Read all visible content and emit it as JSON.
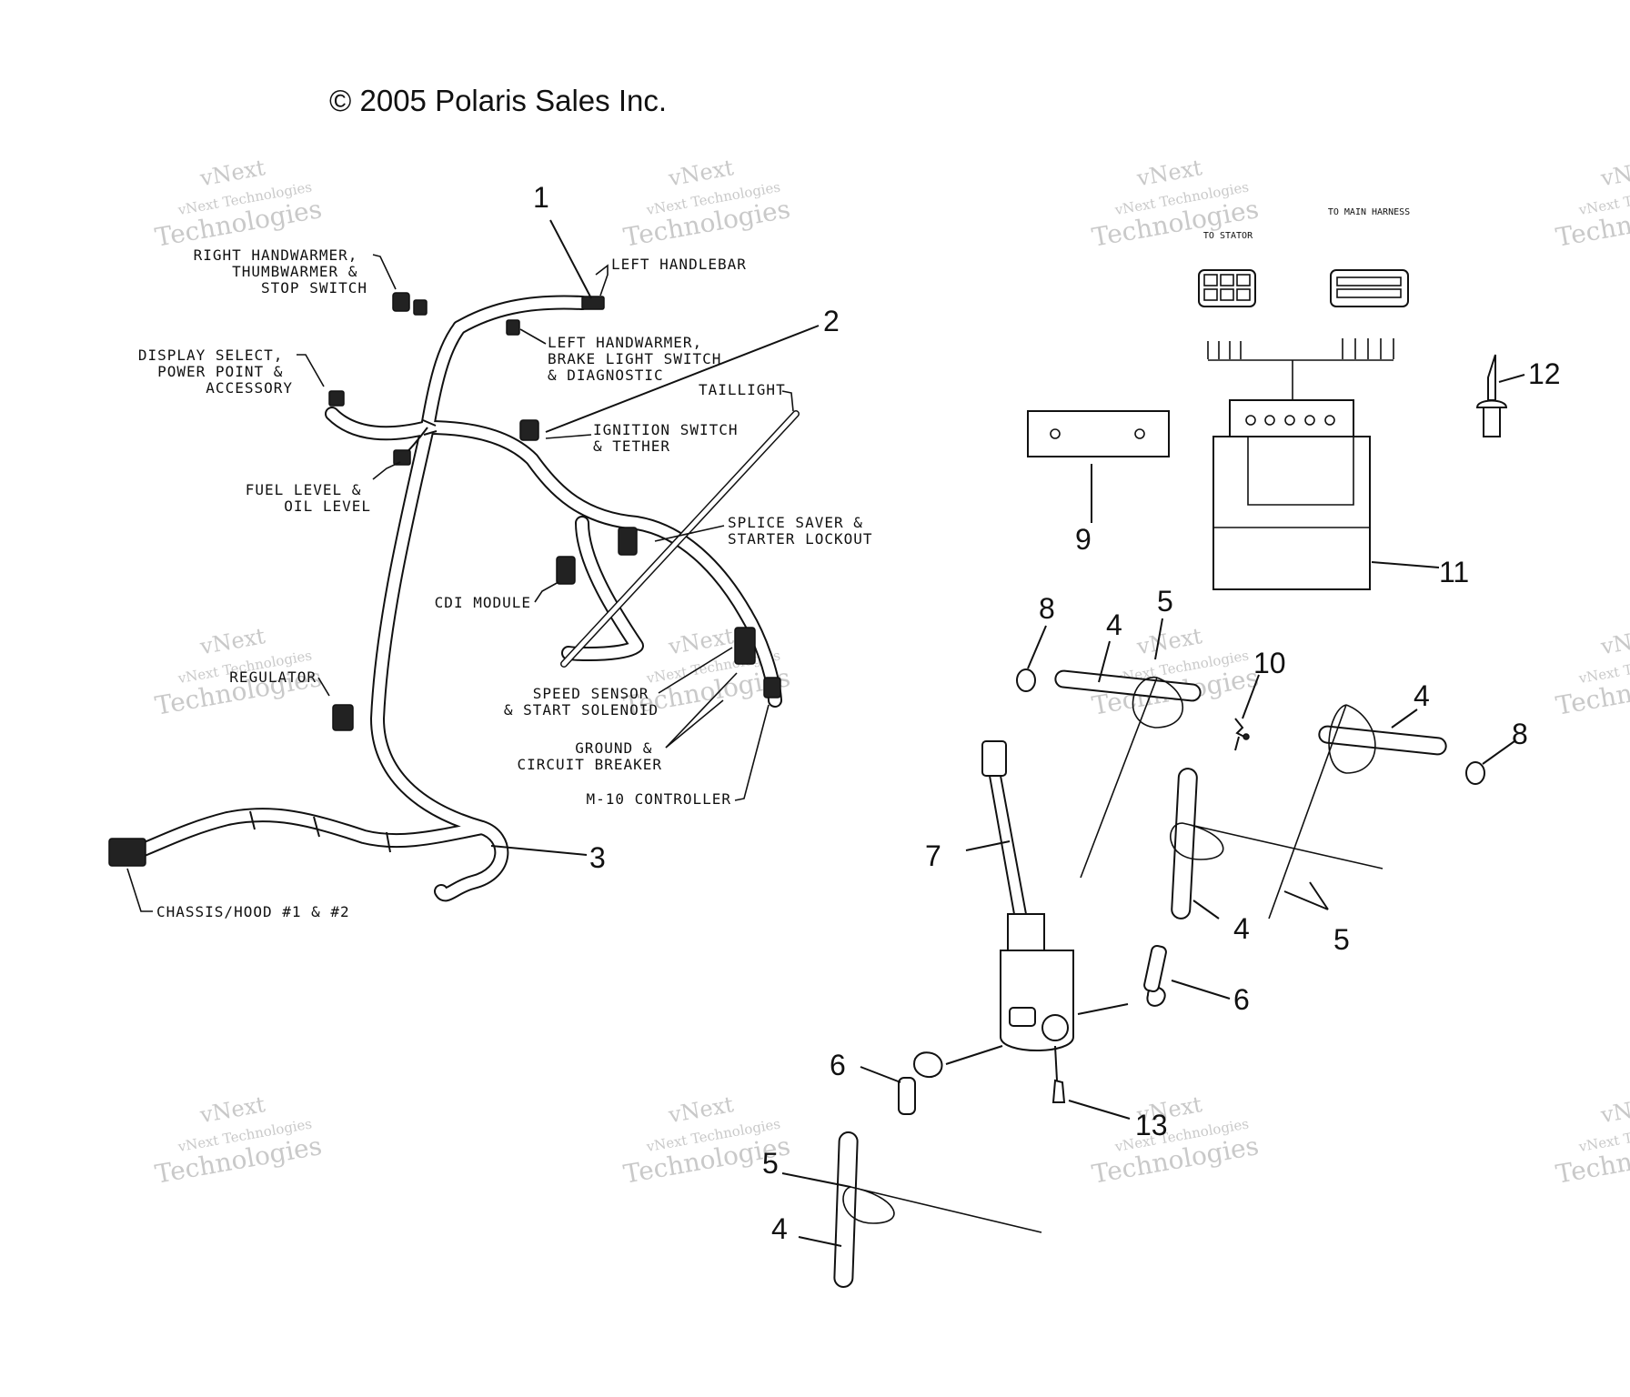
{
  "copyright": "© 2005 Polaris Sales Inc.",
  "watermark": {
    "line1": "vNext",
    "line2": "vNext Technologies",
    "line3": "Technologies"
  },
  "connectors": {
    "to_stator": "TO STATOR",
    "to_main_harness": "TO MAIN HARNESS"
  },
  "labels": {
    "right_handwarmer": [
      "RIGHT HANDWARMER,",
      "THUMBWARMER &",
      "STOP SWITCH"
    ],
    "left_handlebar": "LEFT HANDLEBAR",
    "left_handwarmer": [
      "LEFT HANDWARMER,",
      "BRAKE LIGHT SWITCH",
      "& DIAGNOSTIC"
    ],
    "display_select": [
      "DISPLAY SELECT,",
      "POWER POINT &",
      "ACCESSORY"
    ],
    "taillight": "TAILLIGHT",
    "ignition_switch": [
      "IGNITION SWITCH",
      "& TETHER"
    ],
    "fuel_level": [
      "FUEL LEVEL &",
      "OIL LEVEL"
    ],
    "splice_saver": [
      "SPLICE SAVER &",
      "STARTER LOCKOUT"
    ],
    "cdi_module": "CDI MODULE",
    "regulator": "REGULATOR",
    "speed_sensor": [
      "SPEED SENSOR",
      "& START SOLENOID"
    ],
    "ground": [
      "GROUND &",
      "CIRCUIT BREAKER"
    ],
    "m10_controller": "M-10 CONTROLLER",
    "chassis_hood": "CHASSIS/HOOD #1 & #2"
  },
  "callouts": {
    "c1": "1",
    "c2": "2",
    "c3": "3",
    "c4a": "4",
    "c4b": "4",
    "c4c": "4",
    "c4d": "4",
    "c5a": "5",
    "c5b": "5",
    "c5c": "5",
    "c6a": "6",
    "c6b": "6",
    "c7": "7",
    "c8a": "8",
    "c8b": "8",
    "c9": "9",
    "c10": "10",
    "c11": "11",
    "c12": "12",
    "c13": "13"
  }
}
